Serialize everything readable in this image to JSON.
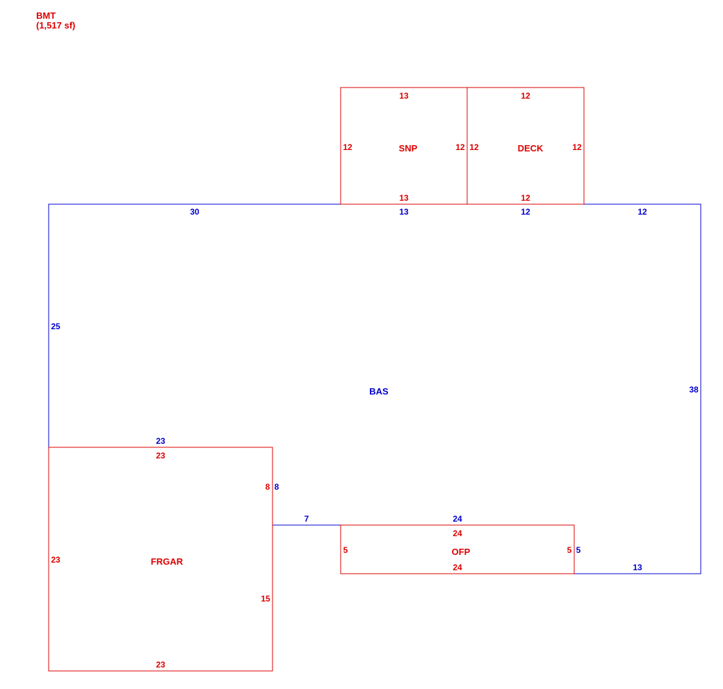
{
  "header": {
    "area_code": "BMT",
    "area_size": "(1,517 sf)"
  },
  "colors": {
    "main_area": "#0000cc",
    "sub_area": "#dd0000",
    "background": "#ffffff"
  },
  "areas": {
    "bas": {
      "label": "BAS",
      "dims": {
        "top_left": "30",
        "top_mid_snp": "13",
        "top_mid_deck": "12",
        "top_right": "12",
        "left": "25",
        "right": "38",
        "garage_top": "23",
        "garage_side": "8",
        "step": "7",
        "ofp_top": "24",
        "ofp_right": "5",
        "bottom_right": "13"
      }
    },
    "snp": {
      "label": "SNP",
      "dims": {
        "top": "13",
        "left": "12",
        "right": "12",
        "bottom": "13"
      }
    },
    "deck": {
      "label": "DECK",
      "dims": {
        "top": "12",
        "left": "12",
        "right": "12",
        "bottom": "12"
      }
    },
    "frgar": {
      "label": "FRGAR",
      "dims": {
        "top": "23",
        "right_upper": "8",
        "left": "23",
        "right_lower": "15",
        "bottom": "23"
      }
    },
    "ofp": {
      "label": "OFP",
      "dims": {
        "top": "24",
        "left": "5",
        "right": "5",
        "bottom": "24"
      }
    }
  }
}
